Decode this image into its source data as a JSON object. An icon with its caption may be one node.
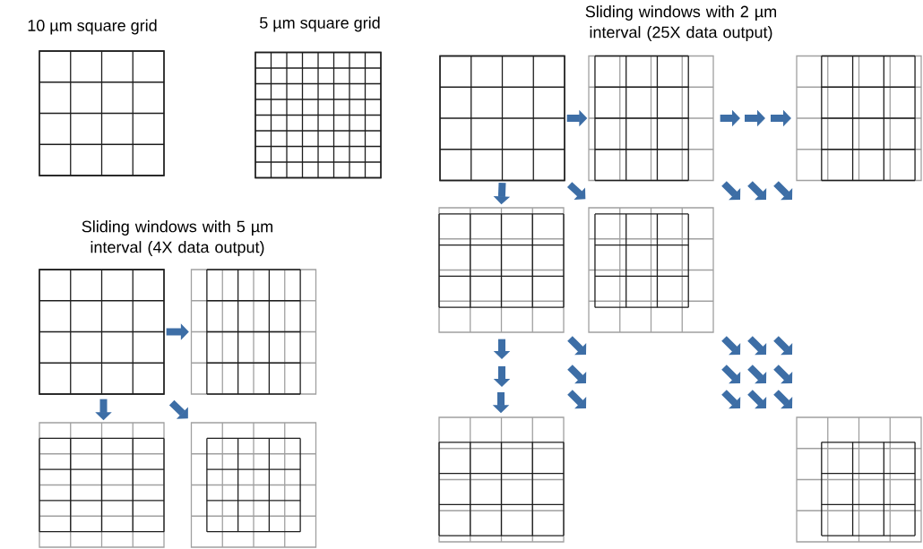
{
  "diagram": {
    "nodes": [
      {
        "text": [
          "10 µm square grid"
        ]
      },
      {
        "text": [
          "5 µm square grid"
        ]
      },
      {
        "text": [],
        "shape": "grid"
      },
      {
        "text": [],
        "shape": "grid"
      },
      {
        "text": [],
        "shape": "grid"
      },
      {
        "text": [],
        "shape": "grid"
      },
      {
        "text": [],
        "shape": "grid"
      },
      {
        "text": [],
        "shape": "grid"
      },
      {
        "text": [],
        "shape": "grid"
      },
      {
        "text": [],
        "shape": "grid"
      },
      {
        "text": [],
        "shape": "grid"
      },
      {
        "text": [],
        "shape": "grid"
      },
      {
        "text": [],
        "shape": "grid"
      }
    ],
    "edges": [
      {
        "from": 2,
        "to": 3,
        "arrow": "to"
      },
      {
        "from": 2,
        "to": 4,
        "arrow": "to"
      },
      {
        "from": 2,
        "to": 5,
        "arrow": "to"
      },
      {
        "from": 6,
        "to": 7,
        "arrow": "to"
      },
      {
        "from": 6,
        "to": 9,
        "arrow": "to"
      },
      {
        "from": 6,
        "to": 10,
        "arrow": "to"
      },
      {
        "from": 7,
        "to": null,
        "arrow": "to"
      },
      {
        "from": 9,
        "to": null,
        "arrow": "to"
      },
      {
        "from": null,
        "to": 11,
        "arrow": "to"
      }
    ],
    "labels": [
      "Sliding windows with 5 µm interval (4X data output)",
      "Sliding windows with 2 µm interval (25X data output)"
    ]
  }
}
